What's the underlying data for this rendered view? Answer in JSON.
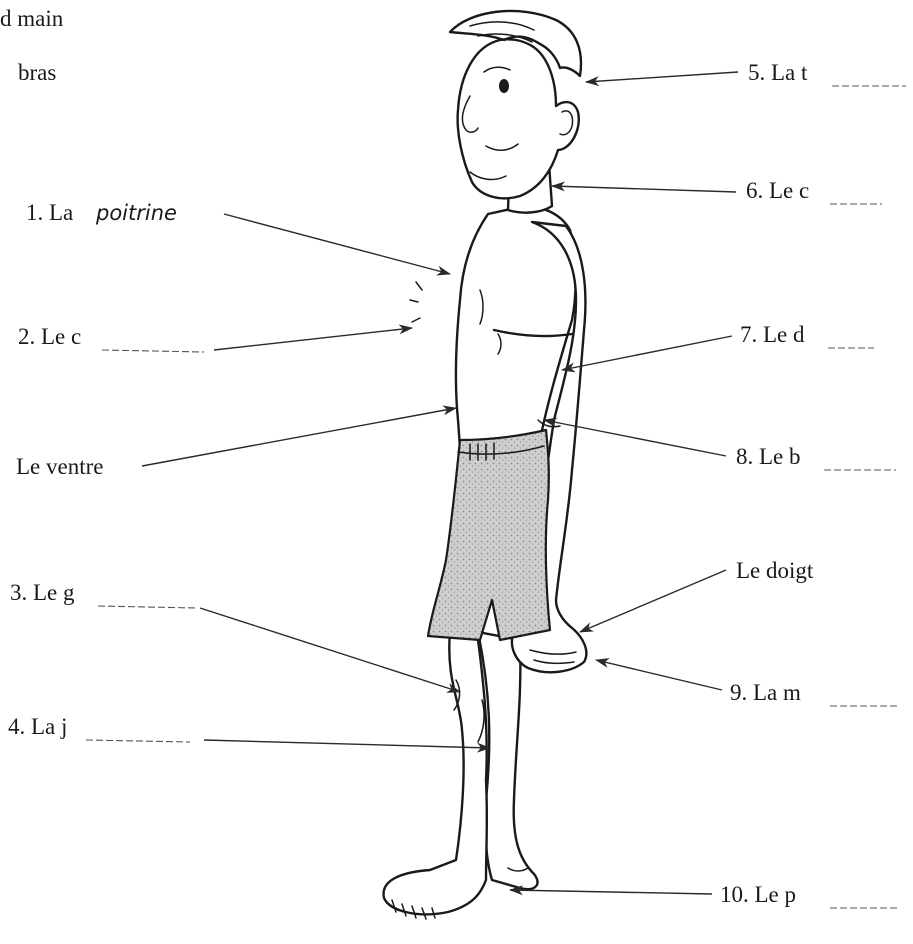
{
  "header_fragments": [
    "d main",
    "bras"
  ],
  "labels": {
    "l1_prefix": "1. La ",
    "l1_word": "poitrine",
    "l2": "2. Le c",
    "l_ventre": "Le ventre",
    "l3": "3. Le g",
    "l4": "4. La j",
    "l5": "5. La t",
    "l6": "6. Le c",
    "l7": "7. Le d",
    "l8": "8. Le b",
    "l_doigt": "Le doigt",
    "l9": "9. La m",
    "l10": "10. Le p"
  }
}
